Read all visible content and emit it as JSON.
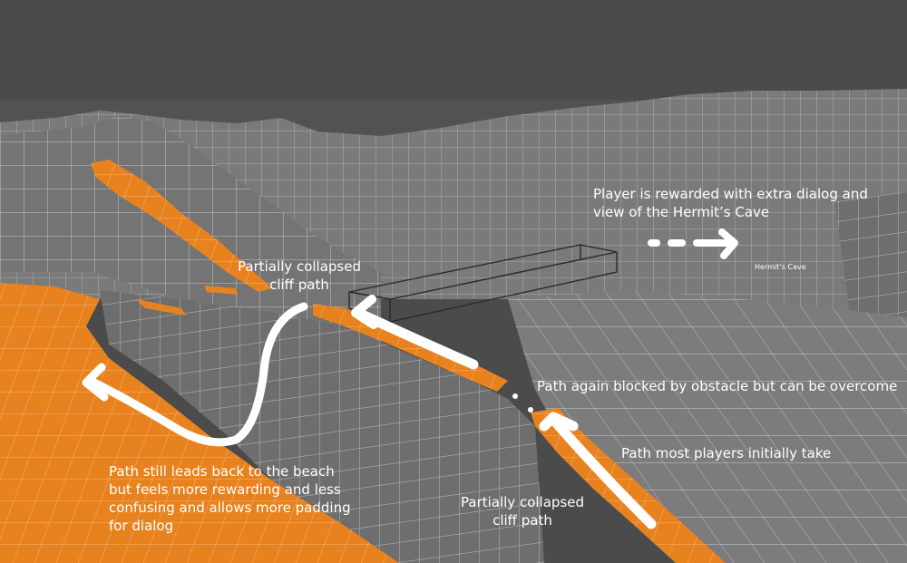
{
  "colors": {
    "sky": "#4a4a4a",
    "terrain": "#787878",
    "grid": "#c9c9c9",
    "path": "#e8821f",
    "arrow": "#ffffff",
    "obstacle_outline": "#2a2a2a"
  },
  "annotations": {
    "reward": "Player is rewarded with extra dialog and\nview of the Hermit’s Cave",
    "hermit_cave": "Hermit’s Cave",
    "collapsed_upper": "Partially collapsed\ncliff path",
    "blocked": "Path again blocked by obstacle but can be overcome",
    "initial_path": "Path most players initially take",
    "beach_path": "Path still leads back to the beach\nbut feels more rewarding and less\nconfusing and allows more padding\nfor dialog",
    "collapsed_lower": "Partially collapsed\ncliff path"
  }
}
